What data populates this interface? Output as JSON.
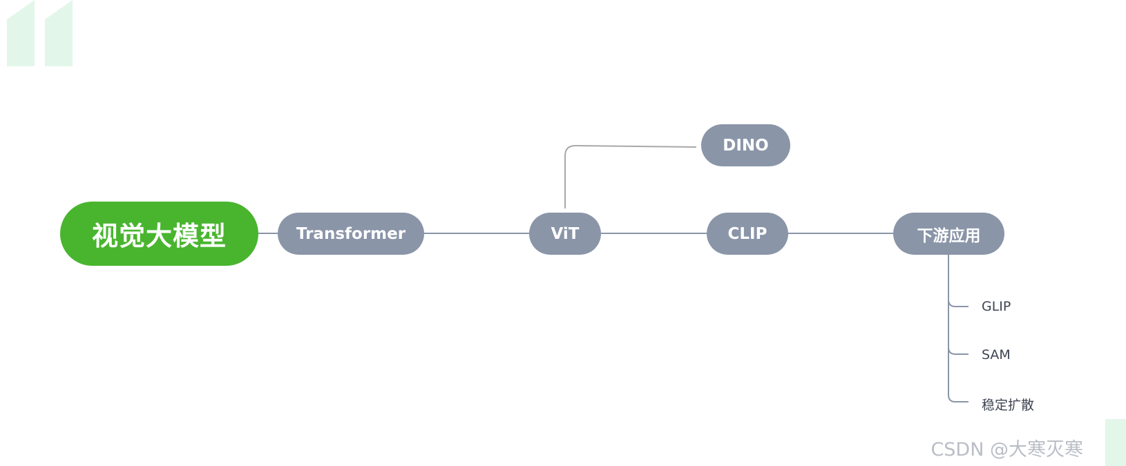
{
  "mindmap": {
    "root": {
      "label": "视觉大模型",
      "color": "#49b52f"
    },
    "topic_color": "#8a95a8",
    "line_color": "#8a95a8",
    "chain": [
      {
        "id": "transformer",
        "label": "Transformer"
      },
      {
        "id": "vit",
        "label": "ViT"
      },
      {
        "id": "clip",
        "label": "CLIP"
      },
      {
        "id": "downstream",
        "label": "下游应用"
      }
    ],
    "vit_branch": {
      "id": "dino",
      "label": "DINO"
    },
    "downstream_children": [
      {
        "id": "glip",
        "label": "GLIP"
      },
      {
        "id": "sam",
        "label": "SAM"
      },
      {
        "id": "stable",
        "label": "稳定扩散"
      }
    ]
  },
  "watermark": "CSDN @大寒灭寒",
  "decor": {
    "quote_color": "#e3f6ea",
    "quote_icon": "quote-mark-icon"
  }
}
